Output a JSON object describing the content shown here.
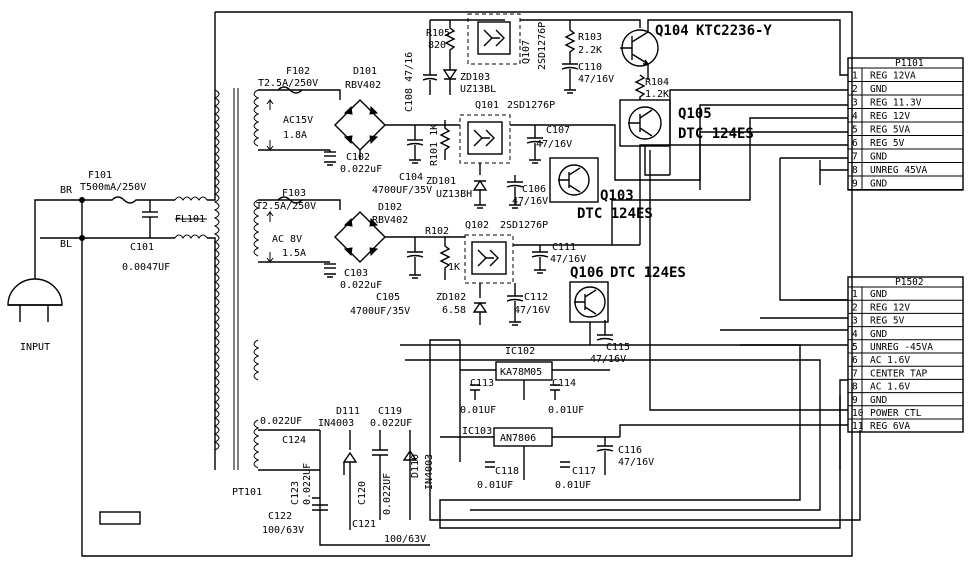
{
  "input": {
    "label": "INPUT",
    "br": "BR",
    "bl": "BL"
  },
  "f101": {
    "ref": "F101",
    "val": "T500mA/250V"
  },
  "c101": {
    "ref": "C101",
    "val": "0.0047UF"
  },
  "fl101": {
    "ref": "FL101"
  },
  "pt101": {
    "ref": "PT101"
  },
  "f102": {
    "ref": "F102",
    "val": "T2.5A/250V"
  },
  "ac15": {
    "v": "AC15V",
    "a": "1.8A"
  },
  "d101": {
    "ref": "D101",
    "val": "RBV402"
  },
  "c102": {
    "ref": "C102",
    "val": "0.022uF"
  },
  "c104": {
    "ref": "C104",
    "val": "4700UF/35V"
  },
  "c108": {
    "text": "C108 47/16"
  },
  "r105": {
    "ref": "R105",
    "val": "820"
  },
  "zd103": {
    "ref": "ZD103",
    "val": "UZ13BL"
  },
  "q107": {
    "ref": "Q107",
    "val": "2SD1276P"
  },
  "r103": {
    "ref": "R103",
    "val": "2.2K"
  },
  "c110": {
    "ref": "C110",
    "val": "47/16V"
  },
  "q104": {
    "ref": "Q104",
    "val": "KTC2236-Y"
  },
  "r104": {
    "ref": "R104",
    "val": "1.2K"
  },
  "q101": {
    "ref": "Q101",
    "val": "2SD1276P"
  },
  "r101": {
    "text": "R101 1K"
  },
  "c107": {
    "ref": "C107",
    "val": "47/16V"
  },
  "q105": {
    "ref": "Q105",
    "val": "DTC 124ES"
  },
  "zd101": {
    "ref": "ZD101",
    "val": "UZ13BH"
  },
  "c106": {
    "ref": "C106",
    "val": "47/16V"
  },
  "q103": {
    "ref": "Q103",
    "val": "DTC 124ES"
  },
  "f103": {
    "ref": "F103",
    "val": "T2.5A/250V"
  },
  "ac8": {
    "v": "AC 8V",
    "a": "1.5A"
  },
  "d102": {
    "ref": "D102",
    "val": "RBV402"
  },
  "c103": {
    "ref": "C103",
    "val": "0.022uF"
  },
  "c105": {
    "ref": "C105",
    "val": "4700UF/35V"
  },
  "r102": {
    "ref": "R102",
    "val": "1K"
  },
  "q102": {
    "ref": "Q102",
    "val": "2SD1276P"
  },
  "c111": {
    "ref": "C111",
    "val": "47/16V"
  },
  "q106": {
    "ref": "Q106",
    "val": "DTC 124ES"
  },
  "zd102": {
    "ref": "ZD102",
    "val": "6.58"
  },
  "c112": {
    "ref": "C112",
    "val": "47/16V"
  },
  "c115": {
    "ref": "C115",
    "val": "47/16V"
  },
  "ic102": {
    "ref": "IC102",
    "val": "KA78M05"
  },
  "c113": {
    "ref": "C113",
    "val": "0.01UF"
  },
  "c114": {
    "ref": "C114",
    "val": "0.01UF"
  },
  "ic103": {
    "ref": "IC103",
    "val": "AN7806"
  },
  "c118": {
    "ref": "C118",
    "val": "0.01UF"
  },
  "c117": {
    "ref": "C117",
    "val": "0.01UF"
  },
  "c116": {
    "ref": "C116",
    "val": "47/16V"
  },
  "c124": {
    "ref": "C124",
    "val": "0.022UF"
  },
  "d111": {
    "ref": "D111",
    "val": "IN4003"
  },
  "c119": {
    "ref": "C119",
    "val": "0.022UF"
  },
  "c123": {
    "ref": "C123",
    "val": "0.022UF"
  },
  "c120": {
    "ref": "C120",
    "val": "0.022UF"
  },
  "d110": {
    "ref": "D110",
    "val": "IN4003"
  },
  "c122": {
    "ref": "C122",
    "val": "100/63V"
  },
  "c121": {
    "ref": "C121",
    "val": "100/63V"
  },
  "p1101": {
    "title": "P1101",
    "pins": [
      {
        "n": "1",
        "name": "REG 12VA"
      },
      {
        "n": "2",
        "name": "GND"
      },
      {
        "n": "3",
        "name": "REG 11.3V"
      },
      {
        "n": "4",
        "name": "REG 12V"
      },
      {
        "n": "5",
        "name": "REG 5VA"
      },
      {
        "n": "6",
        "name": "REG 5V"
      },
      {
        "n": "7",
        "name": "GND"
      },
      {
        "n": "8",
        "name": "UNREG 45VA"
      },
      {
        "n": "9",
        "name": "GND"
      }
    ]
  },
  "p1502": {
    "title": "P1502",
    "pins": [
      {
        "n": "1",
        "name": "GND"
      },
      {
        "n": "2",
        "name": "REG 12V"
      },
      {
        "n": "3",
        "name": "REG 5V"
      },
      {
        "n": "4",
        "name": "GND"
      },
      {
        "n": "5",
        "name": "UNREG -45VA"
      },
      {
        "n": "6",
        "name": "AC 1.6V"
      },
      {
        "n": "7",
        "name": "CENTER TAP"
      },
      {
        "n": "8",
        "name": "AC 1.6V"
      },
      {
        "n": "9",
        "name": "GND"
      },
      {
        "n": "10",
        "name": "POWER CTL"
      },
      {
        "n": "11",
        "name": "REG 6VA"
      }
    ]
  }
}
